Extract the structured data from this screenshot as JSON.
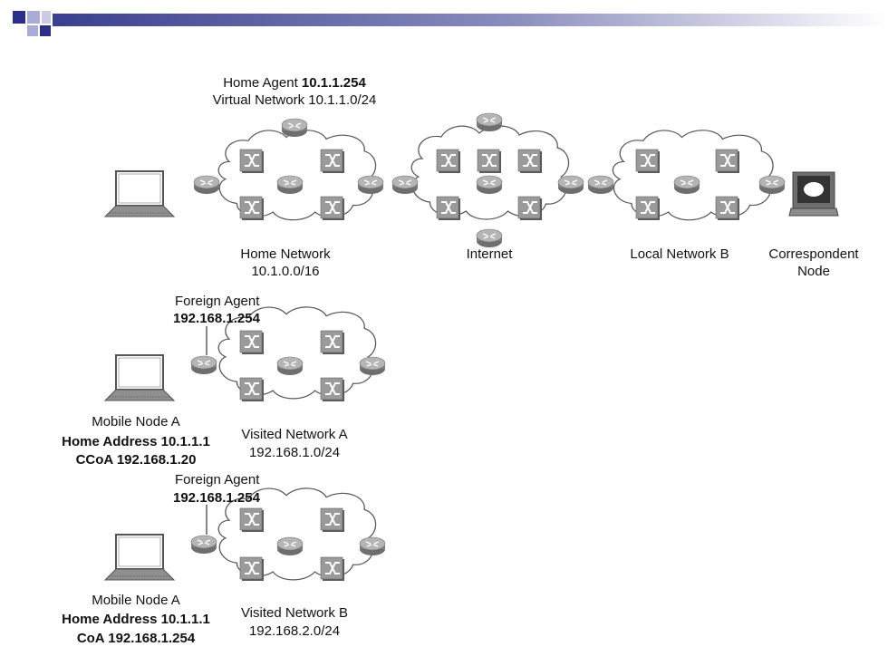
{
  "home_agent": {
    "prefix": "Home Agent ",
    "address": "10.1.1.254",
    "virtual_network": "Virtual Network 10.1.1.0/24"
  },
  "home_network": {
    "name": "Home Network",
    "subnet": "10.1.0.0/16"
  },
  "internet": {
    "name": "Internet"
  },
  "local_network_b": {
    "name": "Local Network B"
  },
  "correspondent": {
    "line1": "Correspondent",
    "line2": "Node"
  },
  "visited_a": {
    "foreign_agent": {
      "label": "Foreign Agent",
      "address": "192.168.1.254"
    },
    "mobile_node": {
      "name": "Mobile Node A",
      "home_address": "Home Address 10.1.1.1",
      "coa": "CCoA 192.168.1.20"
    },
    "network": {
      "name": "Visited Network A",
      "subnet": "192.168.1.0/24"
    }
  },
  "visited_b": {
    "foreign_agent": {
      "label": "Foreign Agent",
      "address": "192.168.1.254"
    },
    "mobile_node": {
      "name": "Mobile Node A",
      "home_address": "Home Address 10.1.1.1",
      "coa": "CoA 192.168.1.254"
    },
    "network": {
      "name": "Visited Network B",
      "subnet": "192.168.2.0/24"
    }
  },
  "colors": {
    "bar_dark": "#3a3f8f",
    "bar_light": "#ffffff",
    "accent_square": "#2b2f86",
    "accent_square_light": "#a9acd6",
    "device_gray": "#8c8c8c"
  }
}
